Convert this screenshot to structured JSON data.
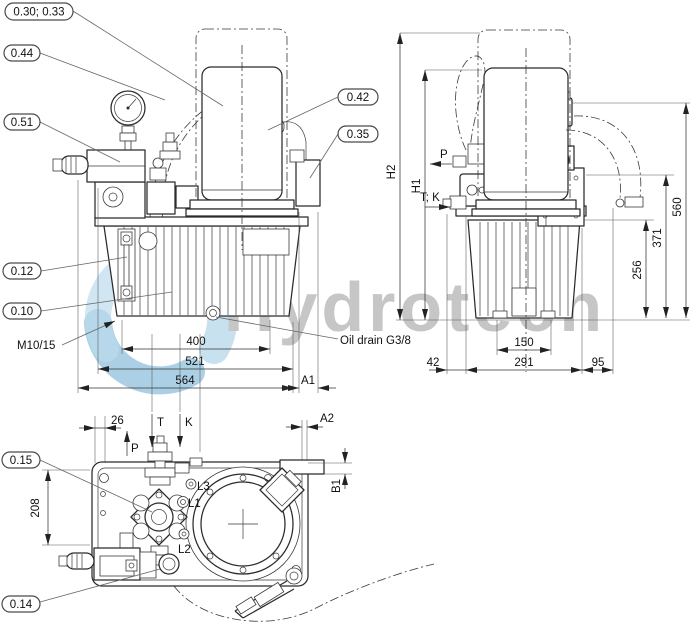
{
  "drawing": {
    "watermark": {
      "text": "Hydrotech"
    },
    "colors": {
      "line": "#2b2b2b",
      "watermark_gray": "#c6c6c6",
      "swirl_light": "#b9d9ea",
      "swirl_mid": "#8fc0dc"
    },
    "callouts": {
      "pos_030_033": "0.30; 0.33",
      "pos_044": "0.44",
      "pos_051": "0.51",
      "pos_042": "0.42",
      "pos_035": "0.35",
      "pos_012": "0.12",
      "pos_010": "0.10",
      "pos_015": "0.15",
      "pos_014": "0.14"
    },
    "front": {
      "d400": "400",
      "d521": "521",
      "d564": "564",
      "a1": "A1",
      "m10_15": "M10/15",
      "oil_drain": "Oil drain G3/8"
    },
    "side": {
      "h1": "H1",
      "h2": "H2",
      "p": "P",
      "tk": "T; K",
      "d560": "560",
      "d371": "371",
      "d256": "256",
      "d150": "150",
      "d42": "42",
      "d291": "291",
      "d95": "95"
    },
    "plan": {
      "d26": "26",
      "d208": "208",
      "p": "P",
      "t": "T",
      "k": "K",
      "l1": "L1",
      "l2": "L2",
      "l3": "L3",
      "a2": "A2",
      "b1": "B1"
    }
  }
}
